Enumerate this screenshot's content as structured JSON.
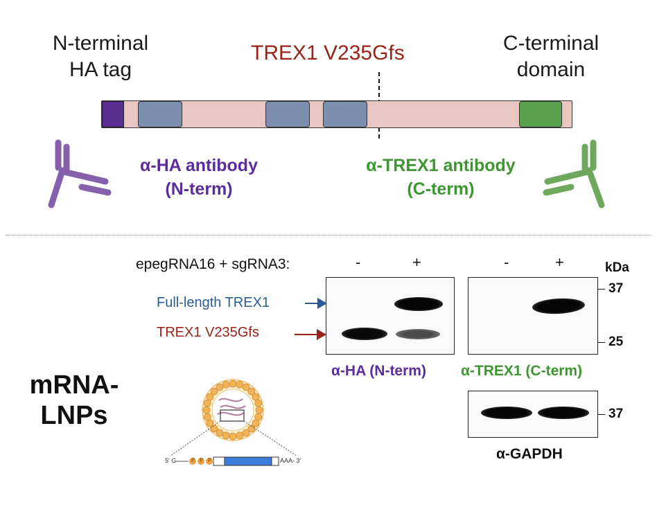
{
  "construct": {
    "n_label": "N-terminal\nHA tag",
    "c_label": "C-terminal\ndomain",
    "mutation_label": "TREX1 V235Gfs",
    "colors": {
      "bar": "#e8c7c3",
      "ha_tag": "#5a2d91",
      "domain": "#7c8fae",
      "c_domain": "#59a14c"
    }
  },
  "antibodies": {
    "ha": {
      "label_line1": "α-HA antibody",
      "label_line2": "(N-term)",
      "color": "#8560ad",
      "icon": "antibody-icon"
    },
    "trex1": {
      "label_line1": "α-TREX1 antibody",
      "label_line2": "(C-term)",
      "color": "#6ea85c",
      "icon": "antibody-icon"
    }
  },
  "blot": {
    "treatment_label": "epegRNA16 + sgRNA3:",
    "lanes": [
      "-",
      "+",
      "-",
      "+"
    ],
    "kda_label": "kDa",
    "markers": {
      "top": "37",
      "bottom": "25",
      "gapdh": "37"
    },
    "band_labels": {
      "full_length": "Full-length TREX1",
      "truncated": "TREX1 V235Gfs"
    },
    "panel_labels": {
      "ha": "α-HA (N-term)",
      "trex1": "α-TREX1 (C-term)",
      "gapdh": "α-GAPDH"
    }
  },
  "lnp": {
    "label": "mRNA-\nLNPs",
    "mrna_left": "5' G",
    "mrna_cap": [
      "P",
      "P",
      "P"
    ],
    "mrna_right": "AAA- 3'"
  }
}
